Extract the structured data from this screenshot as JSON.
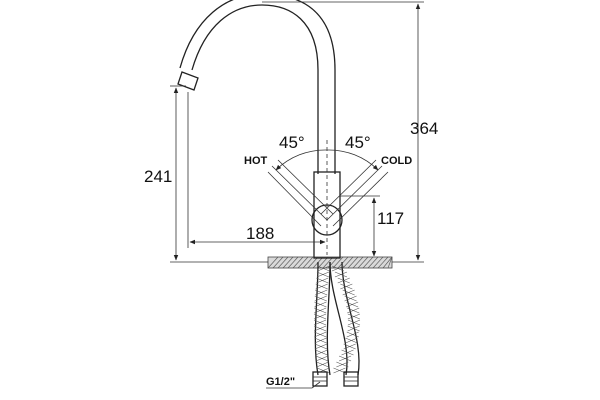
{
  "dimensions": {
    "total_height": "364",
    "spout_height": "241",
    "spout_reach": "188",
    "handle_height": "117"
  },
  "handle": {
    "hot_angle": "45°",
    "cold_angle": "45°",
    "hot_label": "HOT",
    "cold_label": "COLD"
  },
  "connection": {
    "thread": "G1/2\""
  }
}
